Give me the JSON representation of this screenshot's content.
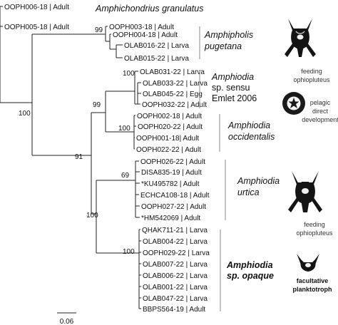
{
  "taxa": [
    {
      "label": "OOPH006-18 | Adult"
    },
    {
      "label": "OOPH005-18 | Adult"
    },
    {
      "label": "OOPH003-18 | Adult"
    },
    {
      "label": "OOPH004-18 | Adult"
    },
    {
      "label": "OLAB016-22 | Larva"
    },
    {
      "label": "OLAB015-22 | Larva"
    },
    {
      "label": "OLAB031-22 | Larva"
    },
    {
      "label": "OLAB033-22 | Larva"
    },
    {
      "label": "OLAB045-22 | Egg"
    },
    {
      "label": "OOPH032-22 | Adult"
    },
    {
      "label": "OOPH002-18 | Adult"
    },
    {
      "label": "OOPH020-22 | Adult"
    },
    {
      "label": "OOPH001-18| Adult"
    },
    {
      "label": "OOPH022-22 | Adult"
    },
    {
      "label": "OOPH026-22 | Adult"
    },
    {
      "label": "DISA835-19 | Adult"
    },
    {
      "label": "*KU495782 | Adult"
    },
    {
      "label": "ECHCA108-18 | Adult"
    },
    {
      "label": "OOPH027-22 | Adult"
    },
    {
      "label": "*HM542069 | Adult"
    },
    {
      "label": "QHAK711-21 | Larva"
    },
    {
      "label": "OLAB004-22 | Larva"
    },
    {
      "label": "OOPH029-22 | Larva"
    },
    {
      "label": "OLAB007-22 | Larva"
    },
    {
      "label": "OLAB006-22 | Larva"
    },
    {
      "label": "OLAB001-22 | Larva"
    },
    {
      "label": "OLAB047-22 | Larva"
    },
    {
      "label": "BBPS564-19 | Adult"
    }
  ],
  "supports": [
    "99",
    "100",
    "99",
    "100",
    "100",
    "91",
    "69",
    "100",
    "100"
  ],
  "clades": {
    "granulatus": "Amphichondrius granulatus",
    "pugetana": [
      "Amphipholis",
      "pugetana"
    ],
    "emlet": [
      "Amphiodia",
      "sp. sensu",
      "Emlet 2006"
    ],
    "occidentalis": [
      "Amphiodia",
      "occidentalis"
    ],
    "urtica": [
      "Amphiodia",
      "urtica"
    ],
    "opaque": [
      "Amphiodia",
      "sp. opaque"
    ]
  },
  "development": {
    "feeding_1": [
      "feeding",
      "ophiopluteus"
    ],
    "pelagic": [
      "pelagic",
      "direct",
      "development"
    ],
    "feeding_2": [
      "feeding",
      "ophiopluteus"
    ],
    "facultative": [
      "facultative",
      "planktotroph"
    ]
  },
  "scale_bar": "0.06"
}
